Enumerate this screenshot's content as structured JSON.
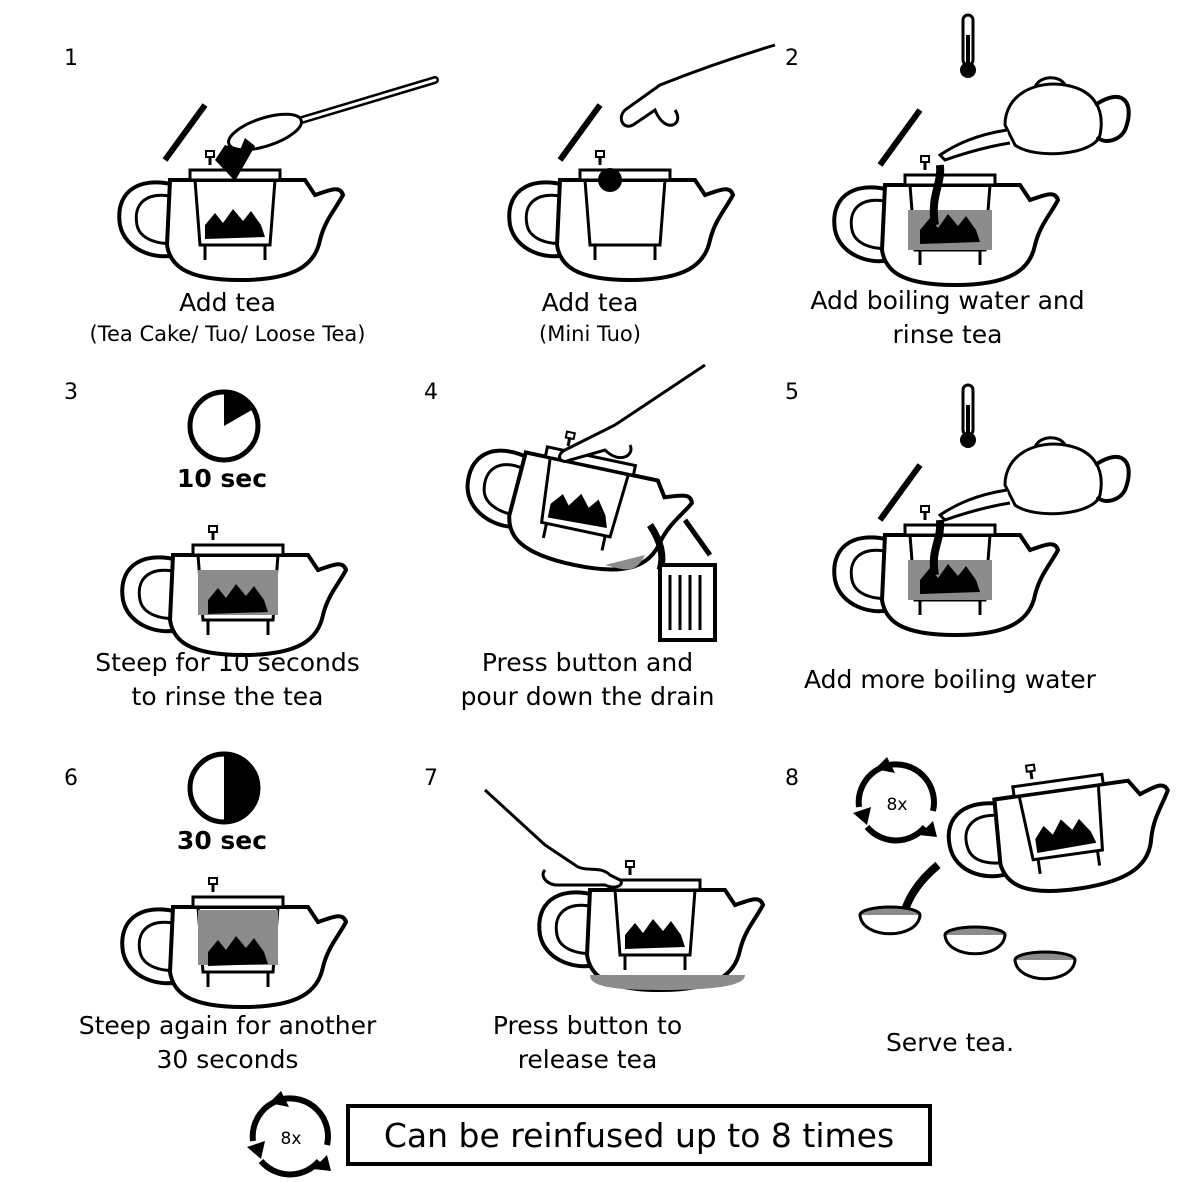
{
  "steps": [
    {
      "number": "1",
      "title": "Add tea",
      "subtitle": "(Tea Cake/ Tuo/ Loose Tea)"
    },
    {
      "number": "",
      "title": "Add tea",
      "subtitle": "(Mini Tuo)"
    },
    {
      "number": "2",
      "title_line1": "Add boiling water and",
      "title_line2": "rinse tea"
    },
    {
      "number": "3",
      "timer": "10 sec",
      "timer_fraction": 0.1667,
      "title_line1": "Steep for 10 seconds",
      "title_line2": "to rinse the tea"
    },
    {
      "number": "4",
      "title_line1": "Press button and",
      "title_line2": "pour down the drain"
    },
    {
      "number": "5",
      "title_line1": "Add more boiling water"
    },
    {
      "number": "6",
      "timer": "30 sec",
      "timer_fraction": 0.5,
      "title_line1": "Steep again for another",
      "title_line2": "30 seconds"
    },
    {
      "number": "7",
      "title_line1": "Press button to",
      "title_line2": "release tea"
    },
    {
      "number": "8",
      "cycle_label": "8x",
      "title_line1": "Serve tea."
    }
  ],
  "footer": {
    "cycle_label": "8x",
    "banner_text": "Can be reinfused up to 8 times"
  },
  "colors": {
    "ink": "#000000",
    "tea": "#8c8c8c",
    "background": "#ffffff"
  }
}
